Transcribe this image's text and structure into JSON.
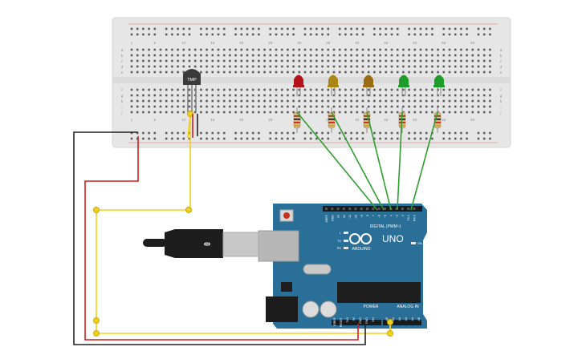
{
  "breadboard": {
    "column_numbers": [
      "1",
      "5",
      "10",
      "15",
      "20",
      "25",
      "30",
      "35",
      "40",
      "45",
      "50",
      "55",
      "60"
    ],
    "row_letters_top": [
      "a",
      "b",
      "c",
      "d",
      "e"
    ],
    "row_letters_bottom": [
      "f",
      "g",
      "h",
      "i",
      "j"
    ]
  },
  "sensor": {
    "label": "TMP"
  },
  "leds": [
    {
      "color": "#b3121a"
    },
    {
      "color": "#a98712"
    },
    {
      "color": "#9a6d14"
    },
    {
      "color": "#1f9d2b"
    },
    {
      "color": "#1f9d2b"
    }
  ],
  "arduino": {
    "brand": "ARDUINO",
    "model": "UNO",
    "header_digital": "DIGITAL (PWM~)",
    "header_power": "POWER",
    "header_analog": "ANALOG IN",
    "pin_labels_digital": [
      "AREF",
      "GND",
      "13",
      "12",
      "~11",
      "~10",
      "~9",
      "8",
      "7",
      "~6",
      "~5",
      "4",
      "~3",
      "2",
      "TX 1",
      "RX 0"
    ],
    "pin_labels_power": [
      "IOREF",
      "RESET",
      "3V3",
      "5V",
      "GND",
      "GND",
      "VIN"
    ],
    "pin_labels_analog": [
      "A0",
      "A1",
      "A2",
      "A3",
      "A4",
      "A5"
    ],
    "led_labels": [
      "L",
      "TX",
      "RX",
      "ON"
    ]
  },
  "colors": {
    "wire_green": "#2f9e2f",
    "wire_yellow": "#f2d11a",
    "wire_red": "#d41d1d",
    "wire_black": "#222222",
    "board_blue": "#2a6f97",
    "breadboard": "#e9e9e9"
  }
}
